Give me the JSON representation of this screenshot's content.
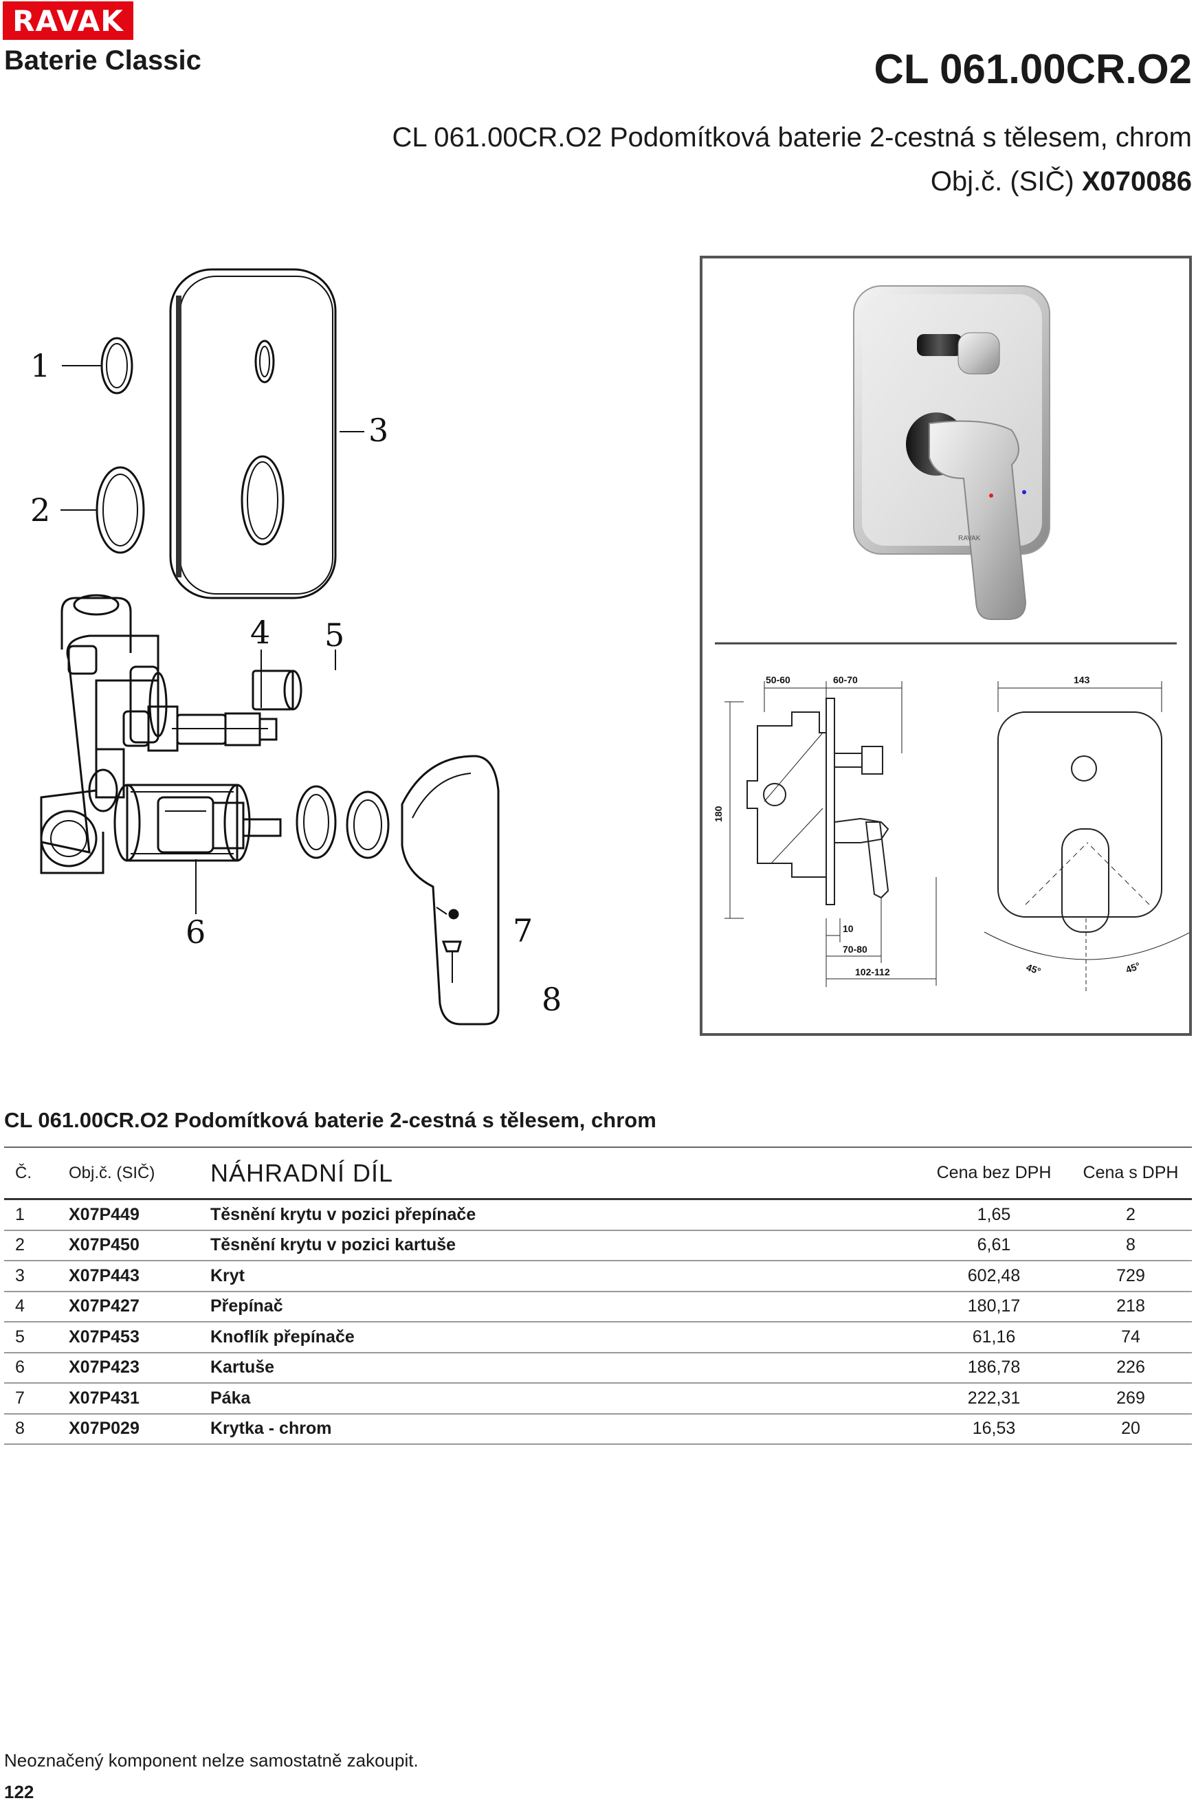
{
  "brand": {
    "logo": "RAVAK"
  },
  "header": {
    "series": "Baterie Classic",
    "product_code": "CL 061.00CR.O2",
    "product_title": "CL 061.00CR.O2 Podomítková baterie 2-cestná s tělesem, chrom",
    "obj_prefix": "Obj.č. (SIČ) ",
    "obj_number": "X070086"
  },
  "diagram": {
    "callouts": [
      "1",
      "2",
      "3",
      "4",
      "5",
      "6",
      "7",
      "8"
    ],
    "dimensions": {
      "d1": "50-60",
      "d2": "60-70",
      "d3": "143",
      "d4": "180",
      "d5": "10",
      "d6": "70-80",
      "d7": "102-112",
      "a1": "45°",
      "a2": "45°"
    },
    "photo_brand": "RAVAK"
  },
  "table": {
    "title": "CL 061.00CR.O2 Podomítková baterie 2-cestná s tělesem, chrom",
    "headers": {
      "no": "Č.",
      "obj": "Obj.č. (SIČ)",
      "name": "NÁHRADNÍ DÍL",
      "price_net": "Cena bez DPH",
      "price_gross": "Cena s DPH"
    },
    "rows": [
      {
        "no": "1",
        "obj": "X07P449",
        "name": "Těsnění krytu v pozici přepínače",
        "price_net": "1,65",
        "price_gross": "2"
      },
      {
        "no": "2",
        "obj": "X07P450",
        "name": "Těsnění krytu v pozici kartuše",
        "price_net": "6,61",
        "price_gross": "8"
      },
      {
        "no": "3",
        "obj": "X07P443",
        "name": "Kryt",
        "price_net": "602,48",
        "price_gross": "729"
      },
      {
        "no": "4",
        "obj": "X07P427",
        "name": "Přepínač",
        "price_net": "180,17",
        "price_gross": "218"
      },
      {
        "no": "5",
        "obj": "X07P453",
        "name": "Knoflík přepínače",
        "price_net": "61,16",
        "price_gross": "74"
      },
      {
        "no": "6",
        "obj": "X07P423",
        "name": "Kartuše",
        "price_net": "186,78",
        "price_gross": "226"
      },
      {
        "no": "7",
        "obj": "X07P431",
        "name": "Páka",
        "price_net": "222,31",
        "price_gross": "269"
      },
      {
        "no": "8",
        "obj": "X07P029",
        "name": "Krytka - chrom",
        "price_net": "16,53",
        "price_gross": "20"
      }
    ]
  },
  "footer": {
    "note": "Neoznačený komponent nelze samostatně zakoupit.",
    "page": "122"
  }
}
